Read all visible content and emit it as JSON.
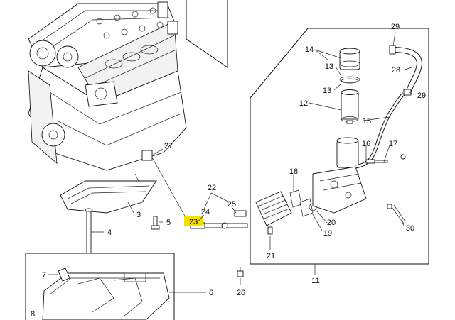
{
  "diagram": {
    "highlight_color": "#f5e100",
    "callouts": [
      {
        "id": "c1",
        "text": "29"
      },
      {
        "id": "c2",
        "text": "28"
      },
      {
        "id": "c3",
        "text": "29"
      },
      {
        "id": "c4",
        "text": "14"
      },
      {
        "id": "c5",
        "text": "13"
      },
      {
        "id": "c6",
        "text": "13"
      },
      {
        "id": "c7",
        "text": "12"
      },
      {
        "id": "c8",
        "text": "15"
      },
      {
        "id": "c9",
        "text": "16"
      },
      {
        "id": "c10",
        "text": "17"
      },
      {
        "id": "c11",
        "text": "18"
      },
      {
        "id": "c12",
        "text": "27"
      },
      {
        "id": "c13",
        "text": "22"
      },
      {
        "id": "c14",
        "text": "24"
      },
      {
        "id": "c15",
        "text": "23"
      },
      {
        "id": "c16",
        "text": "25"
      },
      {
        "id": "c17",
        "text": "20"
      },
      {
        "id": "c18",
        "text": "19"
      },
      {
        "id": "c19",
        "text": "30"
      },
      {
        "id": "c20",
        "text": "21"
      },
      {
        "id": "c21",
        "text": "11"
      },
      {
        "id": "c22",
        "text": "3"
      },
      {
        "id": "c23",
        "text": "5"
      },
      {
        "id": "c24",
        "text": "4"
      },
      {
        "id": "c25",
        "text": "7"
      },
      {
        "id": "c26",
        "text": "6"
      },
      {
        "id": "c27",
        "text": "8"
      },
      {
        "id": "c28",
        "text": "26"
      }
    ]
  }
}
